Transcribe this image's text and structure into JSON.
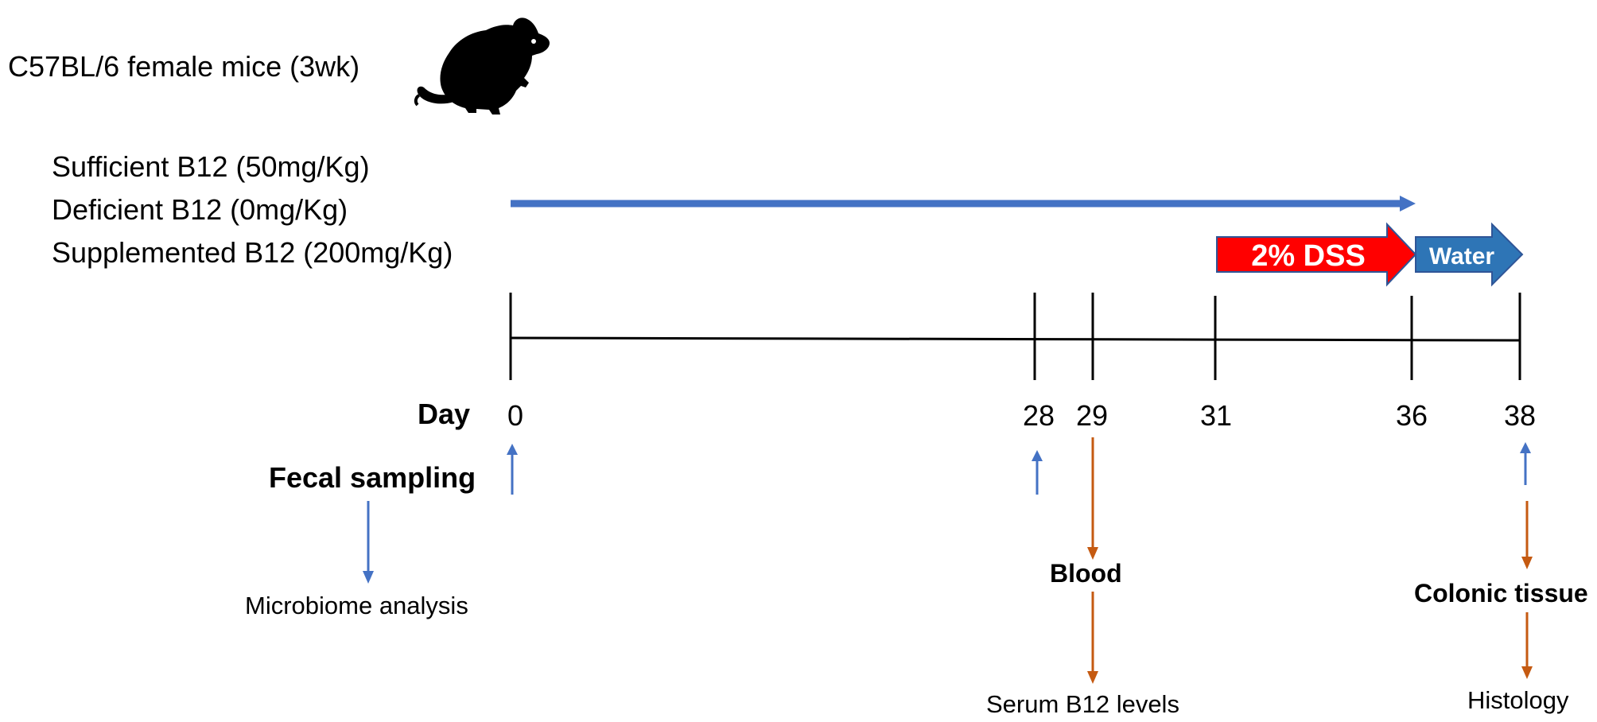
{
  "header": {
    "subject": "C57BL/6 female mice (3wk)"
  },
  "diets": [
    "Sufficient B12 (50mg/Kg)",
    "Deficient B12 (0mg/Kg)",
    "Supplemented B12 (200mg/Kg)"
  ],
  "treatment": {
    "dss_label": "2% DSS",
    "water_label": "Water"
  },
  "timeline": {
    "day_label": "Day",
    "days": [
      "0",
      "28",
      "29",
      "31",
      "36",
      "38"
    ]
  },
  "sampling": {
    "fecal_label": "Fecal sampling",
    "microbiome_label": "Microbiome analysis",
    "blood_label": "Blood",
    "serum_label": "Serum B12 levels",
    "colonic_label": "Colonic tissue",
    "histology_label": "Histology"
  },
  "colors": {
    "diet_arrow": "#4472C4",
    "dss_arrow": "#FF0000",
    "water_arrow": "#2E75B6",
    "fecal_arrow": "#4472C4",
    "sample_arrow": "#C55A11",
    "axis": "#000000"
  }
}
